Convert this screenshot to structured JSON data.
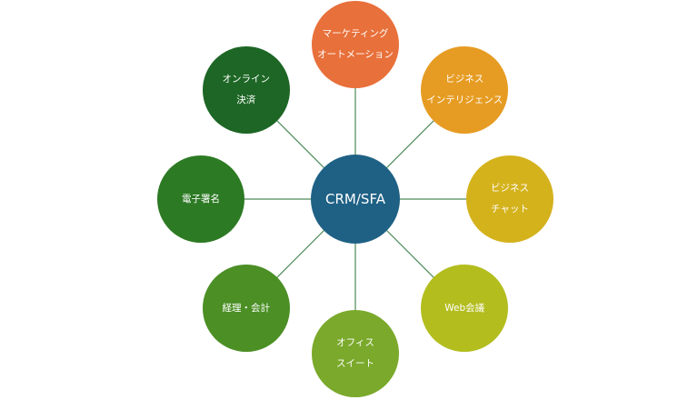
{
  "center": {
    "label": "CRM/SFA",
    "color": "#1f6185"
  },
  "nodes": [
    {
      "id": "marketing-automation",
      "lines": [
        "マーケティング",
        "オートメーション"
      ],
      "color": "#e8703a"
    },
    {
      "id": "business-intelligence",
      "lines": [
        "ビジネス",
        "インテリジェンス"
      ],
      "color": "#e69c23"
    },
    {
      "id": "business-chat",
      "lines": [
        "ビジネス",
        "チャット"
      ],
      "color": "#d4b21c"
    },
    {
      "id": "web-meeting",
      "lines": [
        "Web会議"
      ],
      "color": "#b3bd1e"
    },
    {
      "id": "office-suite",
      "lines": [
        "オフィス",
        "スイート"
      ],
      "color": "#7aa92b"
    },
    {
      "id": "accounting",
      "lines": [
        "経理・会計"
      ],
      "color": "#4b8f25"
    },
    {
      "id": "e-signature",
      "lines": [
        "電子署名"
      ],
      "color": "#2d7a24"
    },
    {
      "id": "online-payment",
      "lines": [
        "オンライン",
        "決済"
      ],
      "color": "#1d6625"
    }
  ],
  "link_color": "#4d8a58"
}
